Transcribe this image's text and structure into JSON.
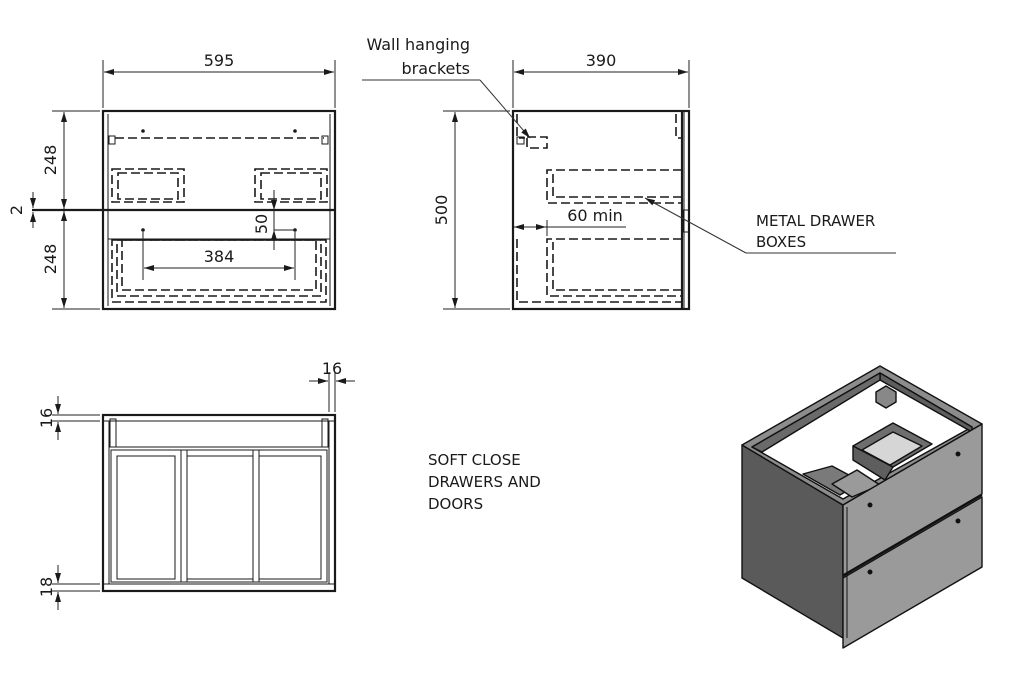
{
  "drawing": {
    "front_view": {
      "width_dim": "595",
      "upper_height_dim": "248",
      "lower_height_dim": "248",
      "gap_dim": "2",
      "handle_offset_dim": "50",
      "handle_span_dim": "384"
    },
    "side_view": {
      "depth_dim": "390",
      "height_dim": "500",
      "clearance_dim": "60 min",
      "bracket_label_line1": "Wall hanging",
      "bracket_label_line2": "brackets",
      "drawer_label_line1": "METAL DRAWER",
      "drawer_label_line2": "BOXES"
    },
    "top_view": {
      "side_thickness_dim": "16",
      "back_thickness_dim": "16",
      "bottom_thickness_dim": "18"
    },
    "notes": {
      "line1": "SOFT CLOSE",
      "line2": "DRAWERS AND",
      "line3": "DOORS"
    },
    "iso_view": {
      "side_color": "#5a5a5a",
      "front_color": "#9a9a9a",
      "interior_color": "#6e6e6e",
      "light_color": "#d6d6d6"
    }
  }
}
